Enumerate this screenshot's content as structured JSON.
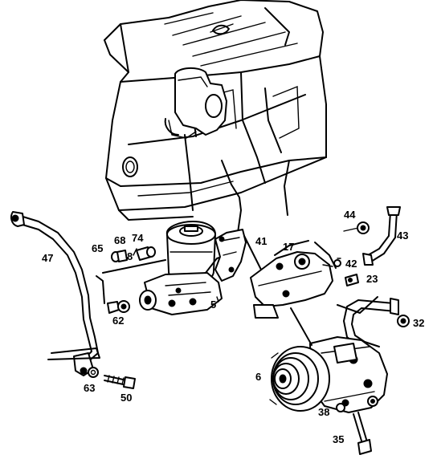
{
  "diagram": {
    "callouts": {
      "c44": "44",
      "c43": "43",
      "c17": "17",
      "c41": "41",
      "c42": "42",
      "c23": "23",
      "c32": "32",
      "c47": "47",
      "c65": "65",
      "c68": "68",
      "c74": "74",
      "c8": "8",
      "c62": "62",
      "c5": "5",
      "c6": "6",
      "c63": "63",
      "c50": "50",
      "c38": "38",
      "c35": "35"
    }
  }
}
